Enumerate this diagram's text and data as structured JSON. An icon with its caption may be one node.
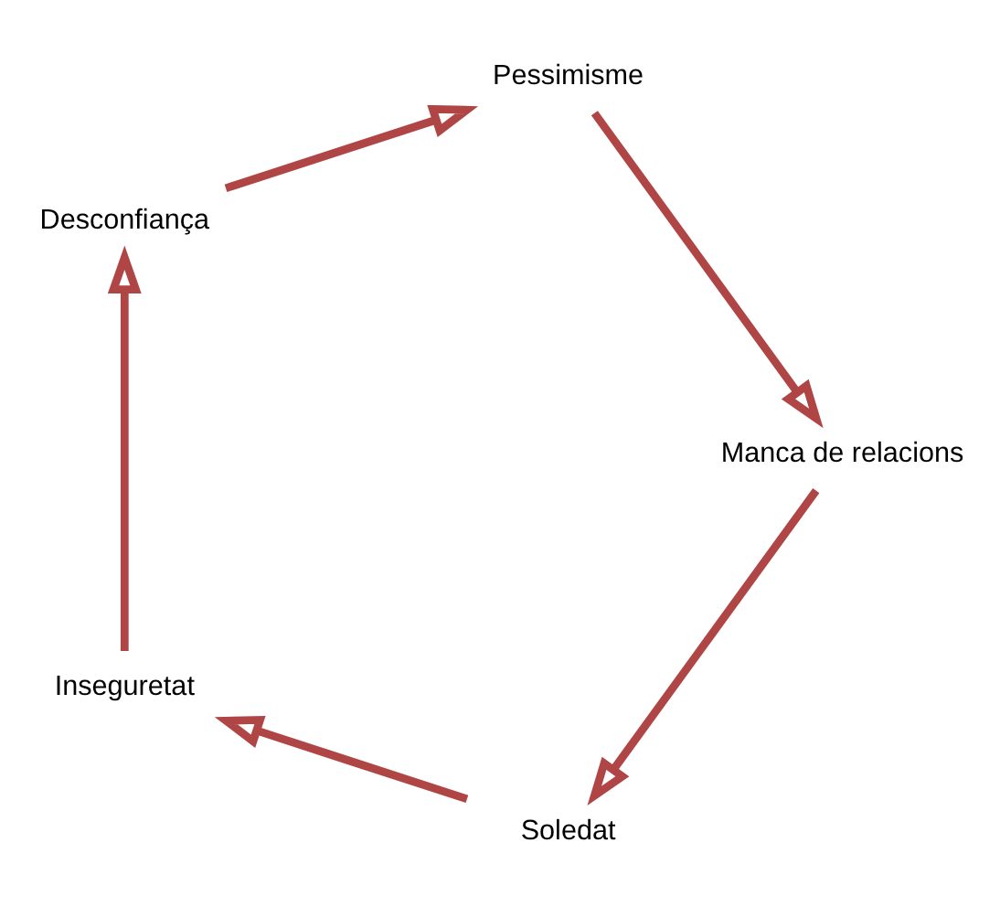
{
  "diagram": {
    "nodes": [
      {
        "text": [
          "Soledat"
        ]
      },
      {
        "text": [
          "Inseguretat"
        ]
      },
      {
        "text": [
          "Desconfiança"
        ]
      },
      {
        "text": [
          "Pessimisme"
        ]
      },
      {
        "text": [
          "Manca de relacions"
        ]
      }
    ],
    "edges": [
      {
        "from": 0,
        "to": 1,
        "arrow": "to"
      },
      {
        "from": 1,
        "to": 2,
        "arrow": "to"
      },
      {
        "from": 2,
        "to": 3,
        "arrow": "to"
      },
      {
        "from": 3,
        "to": 4,
        "arrow": "to"
      },
      {
        "from": 4,
        "to": 0,
        "arrow": "to"
      }
    ]
  }
}
